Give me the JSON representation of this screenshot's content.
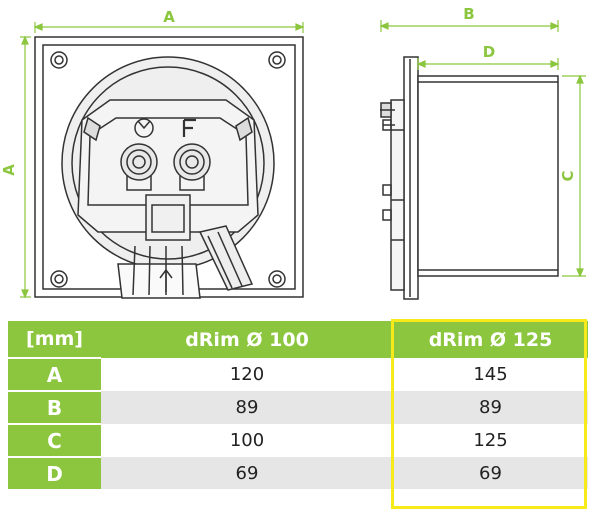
{
  "dimension_labels": {
    "a_top": "A",
    "a_left": "A",
    "b": "B",
    "c": "C",
    "d": "D"
  },
  "table": {
    "headers": [
      "[mm]",
      "dRim Ø 100",
      "dRim Ø 125"
    ],
    "rows": [
      {
        "label": "A",
        "values": [
          "120",
          "145"
        ]
      },
      {
        "label": "B",
        "values": [
          "89",
          "89"
        ]
      },
      {
        "label": "C",
        "values": [
          "100",
          "125"
        ]
      },
      {
        "label": "D",
        "values": [
          "69",
          "69"
        ]
      }
    ]
  },
  "colors": {
    "accent": "#8cc63f",
    "highlight": "#f7ea1a",
    "line": "#333333"
  },
  "highlighted_column": "dRim Ø 125"
}
